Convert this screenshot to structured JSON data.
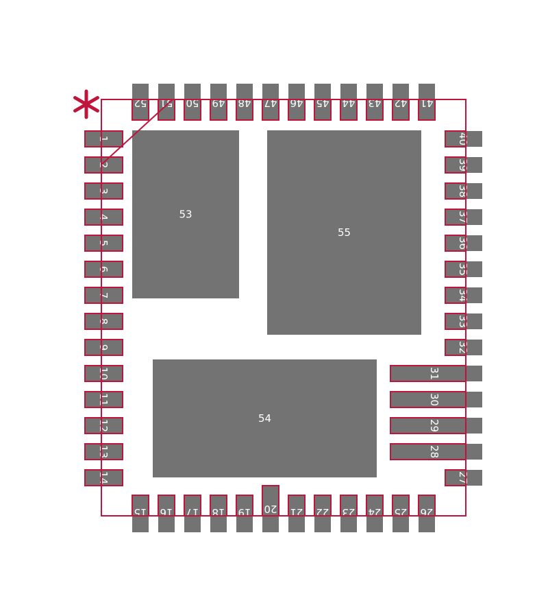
{
  "colors": {
    "pad_fill": "#737373",
    "pad_outline": "#c0143c",
    "body_outline": "#c0143c",
    "marker": "#c0143c",
    "label": "#ffffff"
  },
  "marker": {
    "symbol": "*",
    "icon": "pin1-asterisk-icon"
  },
  "left_pins": [
    "1",
    "2",
    "3",
    "4",
    "5",
    "6",
    "7",
    "8",
    "9",
    "10",
    "11",
    "12",
    "13",
    "14"
  ],
  "bottom_pins": [
    "15",
    "16",
    "17",
    "18",
    "19",
    "20",
    "21",
    "22",
    "23",
    "24",
    "25",
    "26"
  ],
  "right_pins": [
    "27",
    "28",
    "29",
    "30",
    "31",
    "32",
    "33",
    "34",
    "35",
    "36",
    "37",
    "38",
    "39",
    "40"
  ],
  "top_pins": [
    "41",
    "42",
    "43",
    "44",
    "45",
    "46",
    "47",
    "48",
    "49",
    "50",
    "51",
    "52"
  ],
  "exposed_pads": [
    "53",
    "54",
    "55"
  ]
}
